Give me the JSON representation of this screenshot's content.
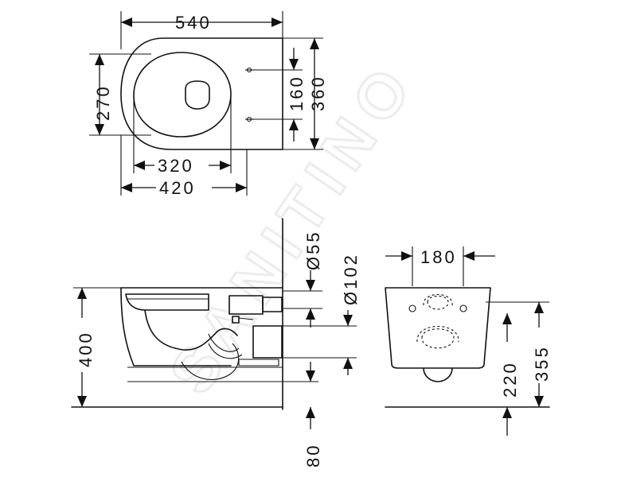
{
  "watermark": "SANITINO",
  "top_view": {
    "width_total": "540",
    "depth": "270",
    "bolt_spacing": "160",
    "height_total": "360",
    "inner_width": "320",
    "seat_width": "420"
  },
  "side_view": {
    "height": "400",
    "inlet_diameter": "Ø55",
    "outlet_diameter": "Ø102",
    "floor_clearance": "80"
  },
  "rear_view": {
    "bolt_distance": "180",
    "outlet_height": "220",
    "bolt_height": "355"
  }
}
